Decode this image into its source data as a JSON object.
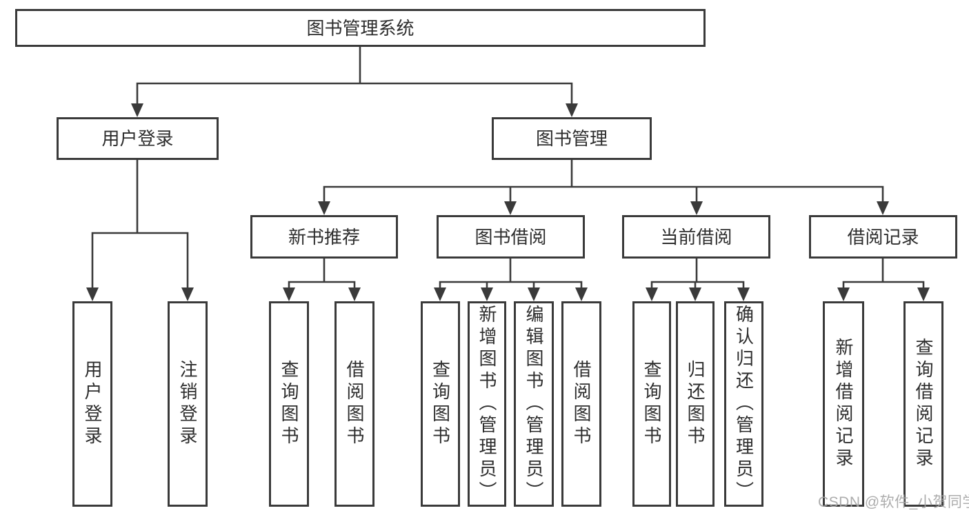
{
  "colors": {
    "line": "#3a3a3a",
    "text": "#2d2d2d",
    "background": "#ffffff",
    "watermark": "#a6a6a6"
  },
  "watermark": {
    "text": "CSDN @软件_小贺同学"
  },
  "tree": {
    "title": "图书管理系统",
    "branches": [
      {
        "label": "用户登录",
        "leaves": [
          "用户登录",
          "注销登录"
        ]
      },
      {
        "label": "图书管理",
        "children": [
          {
            "label": "新书推荐",
            "leaves": [
              "查询图书",
              "借阅图书"
            ]
          },
          {
            "label": "图书借阅",
            "leaves": [
              "查询图书",
              "新增图书（管理员）",
              "编辑图书（管理员）",
              "借阅图书"
            ]
          },
          {
            "label": "当前借阅",
            "leaves": [
              "查询图书",
              "归还图书",
              "确认归还（管理员）"
            ]
          },
          {
            "label": "借阅记录",
            "leaves": [
              "新增借阅记录",
              "查询借阅记录"
            ]
          }
        ]
      }
    ]
  }
}
